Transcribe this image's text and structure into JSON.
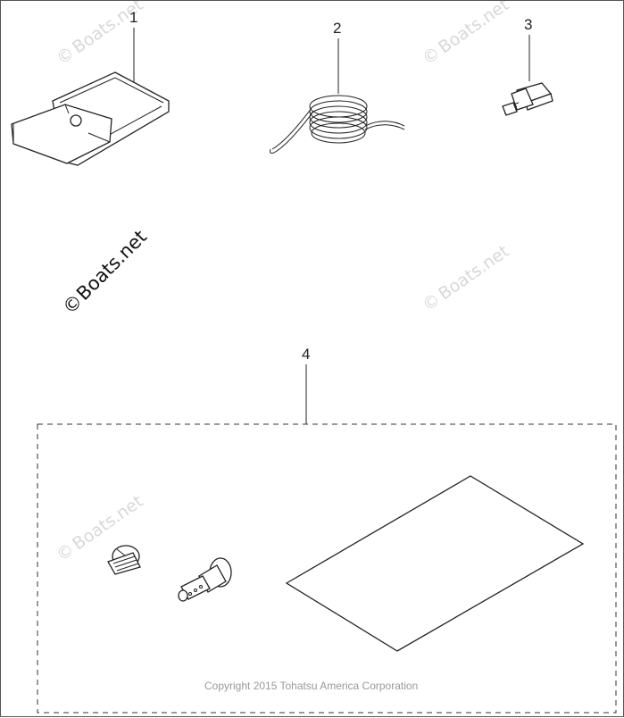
{
  "callouts": {
    "c1": "1",
    "c2": "2",
    "c3": "3",
    "c4": "4"
  },
  "watermark": {
    "text": "Boats.net",
    "symbol": "©"
  },
  "copyright": "Copyright 2015 Tohatsu America Corporation"
}
